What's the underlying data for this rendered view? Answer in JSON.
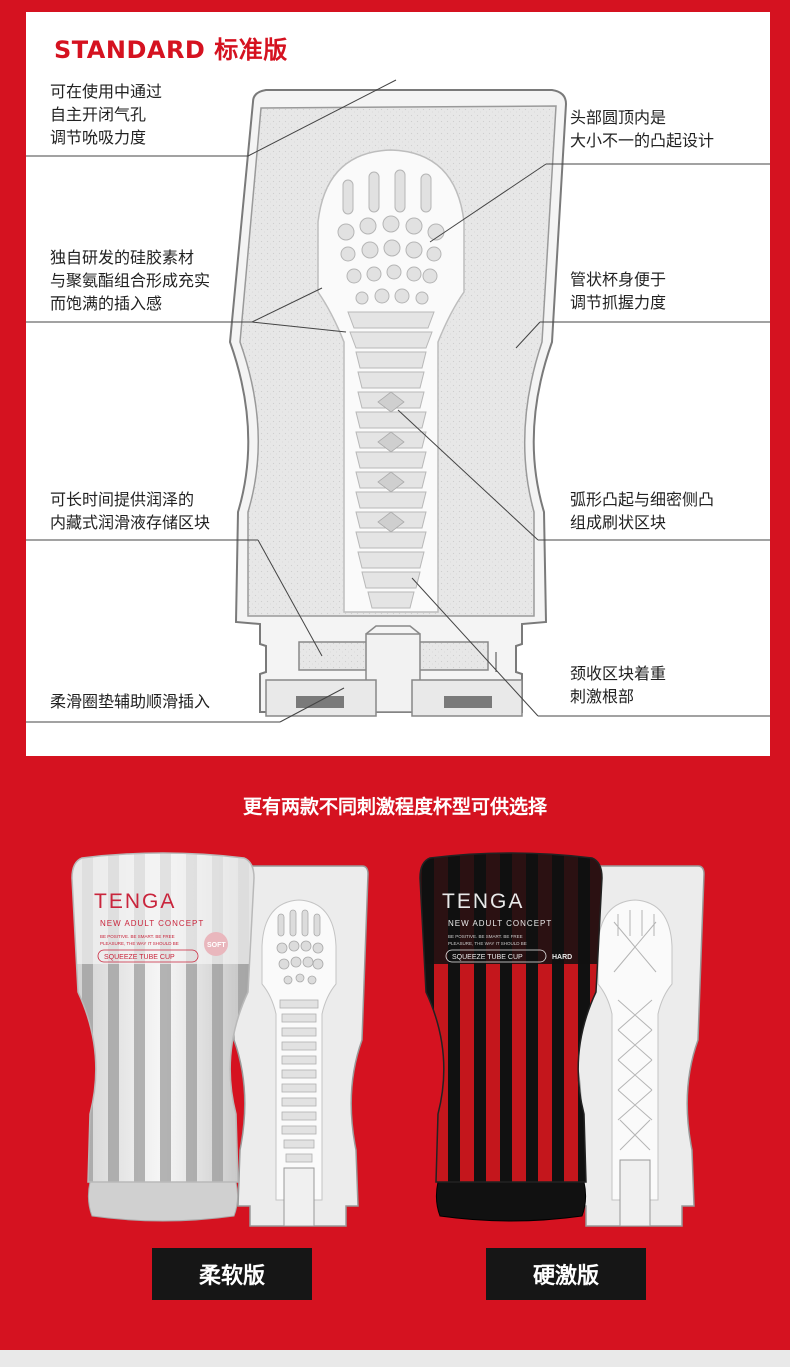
{
  "header": {
    "title": "STANDARD 标准版"
  },
  "annotations": {
    "left_1": [
      "可在使用中通过",
      "自主开闭气孔",
      "调节吮吸力度"
    ],
    "left_2": [
      "独自研发的硅胶素材",
      "与聚氨酯组合形成充实",
      "而饱满的插入感"
    ],
    "left_3": [
      "可长时间提供润泽的",
      "内藏式润滑液存储区块"
    ],
    "left_4": [
      "柔滑圈垫辅助顺滑插入"
    ],
    "right_1": [
      "头部圆顶内是",
      "大小不一的凸起设计"
    ],
    "right_2": [
      "管状杯身便于",
      "调节抓握力度"
    ],
    "right_3": [
      "弧形凸起与细密侧凸",
      "组成刷状区块"
    ],
    "right_4": [
      "颈收区块着重",
      "刺激根部"
    ]
  },
  "variants": {
    "heading": "更有两款不同刺激程度杯型可供选择",
    "soft": {
      "label": "柔软版",
      "brand": "TENGA",
      "tagline": "NEW ADULT CONCEPT",
      "motto": [
        "BE POSITIVE. BE SMART. BE FREE",
        "PLEASURE, THE WAY IT SHOULD BE"
      ],
      "product": "SQUEEZE TUBE CUP",
      "badge": "SOFT"
    },
    "hard": {
      "label": "硬激版",
      "brand": "TENGA",
      "tagline": "NEW ADULT CONCEPT",
      "motto": [
        "BE POSITIVE. BE SMART. BE FREE",
        "PLEASURE, THE WAY IT SHOULD BE"
      ],
      "product": "SQUEEZE TUBE CUP",
      "badge": "HARD"
    }
  },
  "colors": {
    "accent_red": "#d51220",
    "panel_white": "#ffffff",
    "label_black": "#161616"
  }
}
